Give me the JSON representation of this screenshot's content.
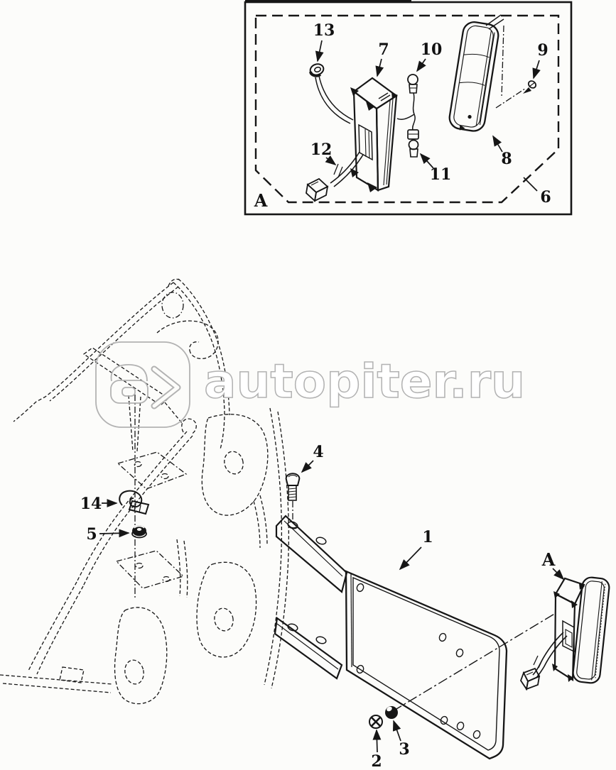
{
  "watermark": {
    "site_text": "autopiter.ru",
    "logo_letter": "a",
    "outline_color": "#b2b2b2"
  },
  "detail_box": {
    "section_label": "A",
    "callouts": {
      "c6": "6",
      "c7": "7",
      "c8": "8",
      "c9": "9",
      "c10": "10",
      "c11": "11",
      "c12": "12",
      "c13": "13"
    }
  },
  "main_view": {
    "section_label": "A",
    "callouts": {
      "c1": "1",
      "c2": "2",
      "c3": "3",
      "c4": "4",
      "c5": "5",
      "c14": "14"
    }
  },
  "colors": {
    "background": "#fcfcfa",
    "ink": "#161616",
    "watermark_outline": "#b2b2b2"
  }
}
